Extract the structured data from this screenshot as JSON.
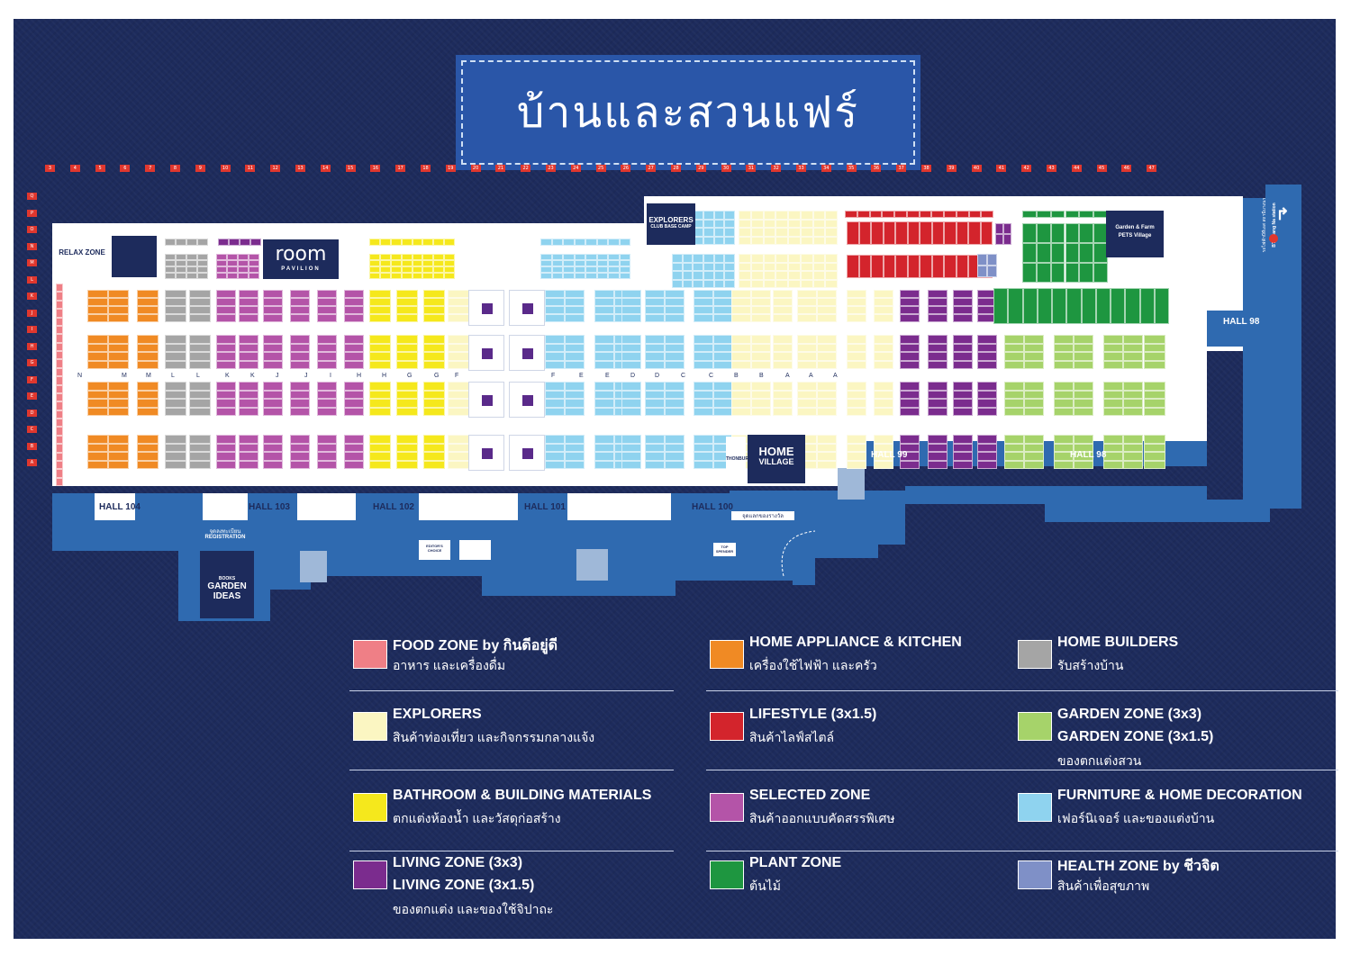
{
  "title": "บ้านและสวนแฟร์",
  "grid": {
    "columns": [
      "3",
      "4",
      "5",
      "6",
      "7",
      "8",
      "9",
      "10",
      "11",
      "12",
      "13",
      "14",
      "15",
      "16",
      "17",
      "18",
      "19",
      "20",
      "21",
      "22",
      "23",
      "24",
      "25",
      "26",
      "27",
      "28",
      "29",
      "30",
      "31",
      "32",
      "33",
      "34",
      "35",
      "36",
      "37",
      "38",
      "39",
      "40",
      "41",
      "42",
      "43",
      "44",
      "45",
      "46",
      "47"
    ],
    "rows": [
      "Q",
      "P",
      "O",
      "N",
      "M",
      "L",
      "K",
      "J",
      "I",
      "H",
      "G",
      "F",
      "E",
      "D",
      "C",
      "B",
      "A"
    ]
  },
  "aisles": [
    "N",
    "M",
    "M",
    "L",
    "L",
    "K",
    "K",
    "J",
    "J",
    "I",
    "H",
    "H",
    "G",
    "G",
    "F",
    "F",
    "E",
    "E",
    "D",
    "D",
    "C",
    "C",
    "B",
    "B",
    "A",
    "A",
    "A"
  ],
  "halls": [
    "HALL 104",
    "HALL 103",
    "HALL 102",
    "HALL 101",
    "HALL 100",
    "HALL 99",
    "HALL 98",
    "HALL 98"
  ],
  "places": {
    "relax_zone": "RELAX ZONE",
    "room": "room",
    "room_sub": "PAVILION",
    "explorers": "EXPLORERS",
    "explorers_sub": "CLUB BASE CAMP",
    "home_village_1": "HOME",
    "home_village_2": "VILLAGE",
    "thonburi": "THONBURI",
    "garden_farm": "Garden & Farm",
    "pets_village": "PETS Village",
    "registration_th": "จุดลงทะเบียน",
    "registration": "REGISTRATION",
    "exchange_th": "จุดแลกของรางวัล",
    "garden_ideas_top": "BOOKS",
    "garden_ideas_1": "GARDEN",
    "garden_ideas_2": "IDEAS",
    "editors_choice": "EDITOR'S CHOICE",
    "bts_th": "รถไฟฟ้าบีทีเอส สถานีบางนา",
    "bts": "BTS Bang Na station",
    "top_spender": "TOP SPENDER"
  },
  "legend": [
    {
      "title": "FOOD ZONE by กินดีอยู่ดี",
      "subtitle": "อาหาร และเครื่องดื่ม",
      "color": "#ef7f86"
    },
    {
      "title": "HOME APPLIANCE & KITCHEN",
      "subtitle": "เครื่องใช้ไฟฟ้า และครัว",
      "color": "#f08a24"
    },
    {
      "title": "HOME BUILDERS",
      "subtitle": "รับสร้างบ้าน",
      "color": "#a5a5a5"
    },
    {
      "title": "EXPLORERS",
      "subtitle": "สินค้าท่องเที่ยว และกิจกรรมกลางแจ้ง",
      "color": "#fbf6c2"
    },
    {
      "title": "LIFESTYLE (3x1.5)",
      "subtitle": "สินค้าไลฟ์สไตล์",
      "color": "#d3242c"
    },
    {
      "title": "GARDEN ZONE (3x3)",
      "title2": "GARDEN ZONE (3x1.5)",
      "subtitle": "ของตกแต่งสวน",
      "color": "#a6d36a"
    },
    {
      "title": "BATHROOM & BUILDING MATERIALS",
      "subtitle": "ตกแต่งห้องน้ำ และวัสดุก่อสร้าง",
      "color": "#f5e81c"
    },
    {
      "title": "SELECTED ZONE",
      "subtitle": "สินค้าออกแบบคัดสรรพิเศษ",
      "color": "#b454a8"
    },
    {
      "title": "FURNITURE & HOME DECORATION",
      "subtitle": "เฟอร์นิเจอร์ และของแต่งบ้าน",
      "color": "#8fd3ef"
    },
    {
      "title": "LIVING ZONE (3x3)",
      "title2": "LIVING ZONE (3x1.5)",
      "subtitle": "ของตกแต่ง และของใช้จิปาถะ",
      "color": "#7b2c8e"
    },
    {
      "title": "PLANT ZONE",
      "subtitle": "ต้นไม้",
      "color": "#1e9640"
    },
    {
      "title": "HEALTH ZONE by ชีวจิต",
      "subtitle": "สินค้าเพื่อสุขภาพ",
      "color": "#7f90c7"
    }
  ],
  "colors": {
    "background": "#1d2b5c",
    "hall_floor": "#2f6ab0",
    "floor": "#ffffff"
  }
}
